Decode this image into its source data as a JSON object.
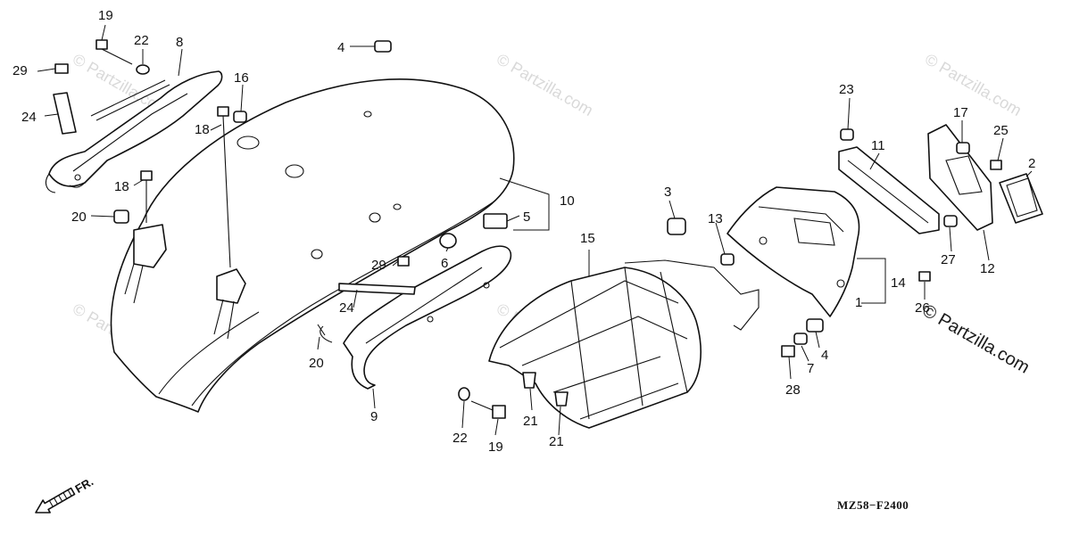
{
  "diagram_code": "MZ58−F2400",
  "front_marker": "FR.",
  "brand_mark": "© Partzilla.com",
  "watermark_text": "© Partzilla.com",
  "callouts": {
    "c19a": "19",
    "c22a": "22",
    "c8": "8",
    "c29a": "29",
    "c24a": "24",
    "c16": "16",
    "c18a": "18",
    "c18b": "18",
    "c20a": "20",
    "c4a": "4",
    "c10": "10",
    "c5": "5",
    "c6": "6",
    "c29b": "29",
    "c24b": "24",
    "c20b": "20",
    "c9": "9",
    "c22b": "22",
    "c19b": "19",
    "c21a": "21",
    "c21b": "21",
    "c15": "15",
    "c3": "3",
    "c13": "13",
    "c23": "23",
    "c11": "11",
    "c17": "17",
    "c25": "25",
    "c2": "2",
    "c27": "27",
    "c12": "12",
    "c14": "14",
    "c1": "1",
    "c26": "26",
    "c4b": "4",
    "c7": "7",
    "c28": "28"
  }
}
